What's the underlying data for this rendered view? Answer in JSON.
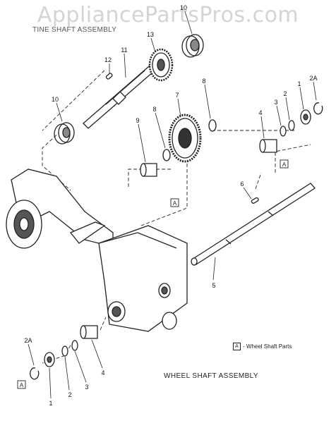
{
  "watermark": "AppliancePartsPros.com",
  "subtitle": "TINE SHAFT ASSEMBLY",
  "caption": "WHEEL SHAFT ASSEMBLY",
  "legend": {
    "box": "A",
    "text": "- Wheel Shaft Parts"
  },
  "refbox": "A",
  "callouts": {
    "c10_top": "10",
    "c13": "13",
    "c12": "12",
    "c11": "11",
    "c10_left": "10",
    "c7": "7",
    "c8_a": "8",
    "c8_b": "8",
    "c9": "9",
    "c4_r": "4",
    "c3_r": "3",
    "c2_r": "2",
    "c1_r": "1",
    "c2a_r": "2A",
    "c6": "6",
    "c5": "5",
    "c2a_l": "2A",
    "c1_l": "1",
    "c2_l": "2",
    "c3_l": "3",
    "c4_l": "4"
  }
}
